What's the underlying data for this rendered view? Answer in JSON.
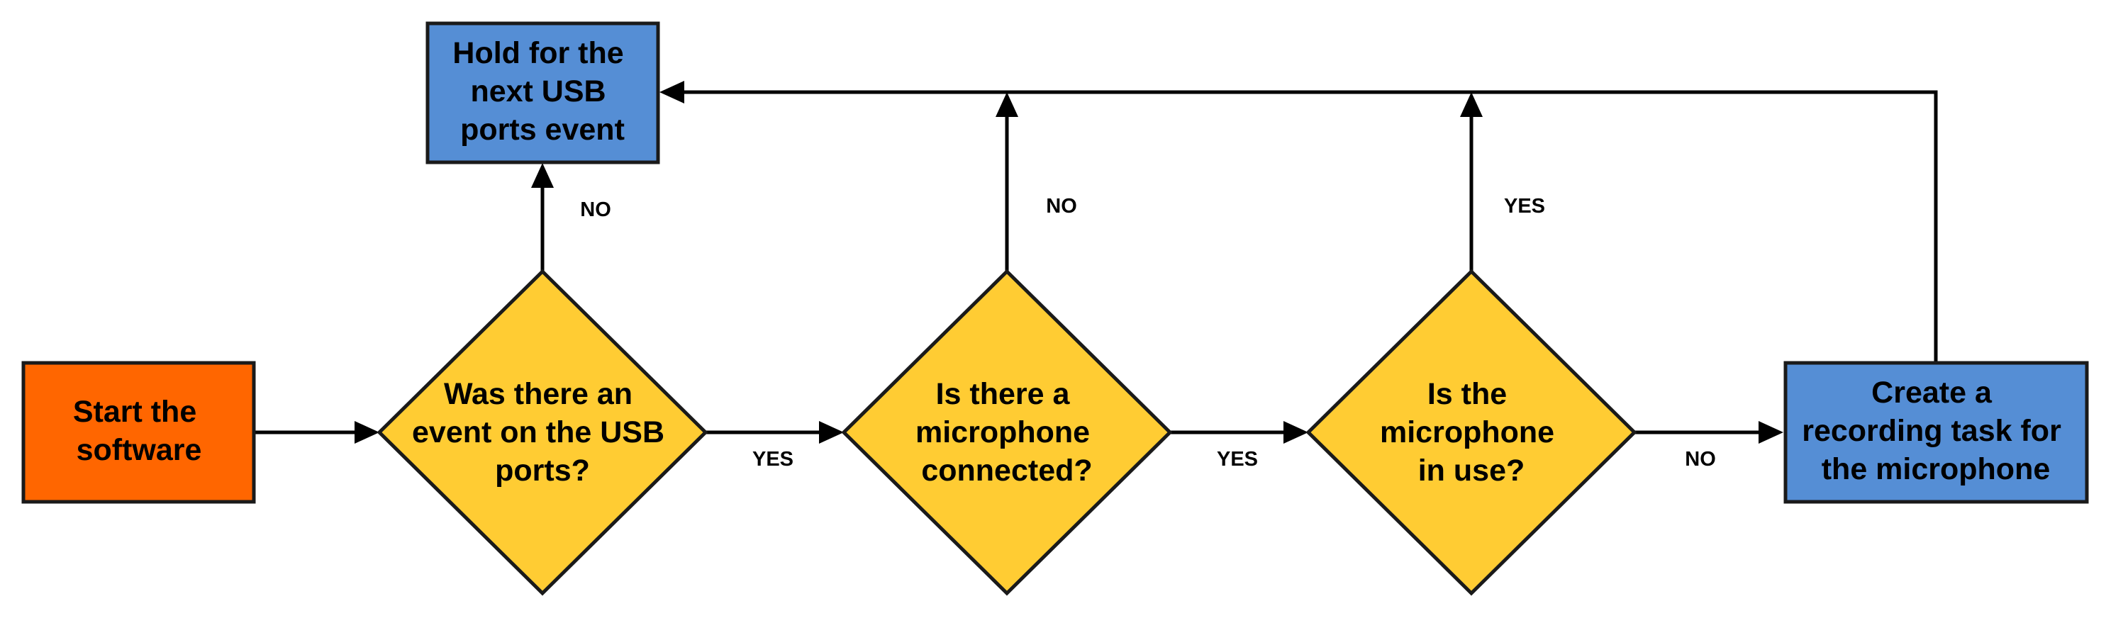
{
  "colors": {
    "start": "#ff6600",
    "decision": "#ffcc33",
    "process": "#558ed5",
    "line": "#000000"
  },
  "nodes": {
    "start": {
      "lines": [
        "Start the",
        "software"
      ]
    },
    "decision_usb_event": {
      "lines": [
        "Was there an",
        "event on the USB",
        "ports?"
      ]
    },
    "decision_mic_connected": {
      "lines": [
        "Is there a",
        "microphone",
        "connected?"
      ]
    },
    "decision_mic_in_use": {
      "lines": [
        "Is the",
        "microphone",
        "in use?"
      ]
    },
    "process_create_task": {
      "lines": [
        "Create a",
        "recording task for",
        "the microphone"
      ]
    },
    "process_hold": {
      "lines": [
        "Hold for the",
        "next USB",
        "ports event"
      ]
    }
  },
  "edges": {
    "usb_event_no": "NO",
    "usb_event_yes": "YES",
    "mic_connected_no": "NO",
    "mic_connected_yes": "YES",
    "mic_in_use_yes": "YES",
    "mic_in_use_no": "NO"
  }
}
